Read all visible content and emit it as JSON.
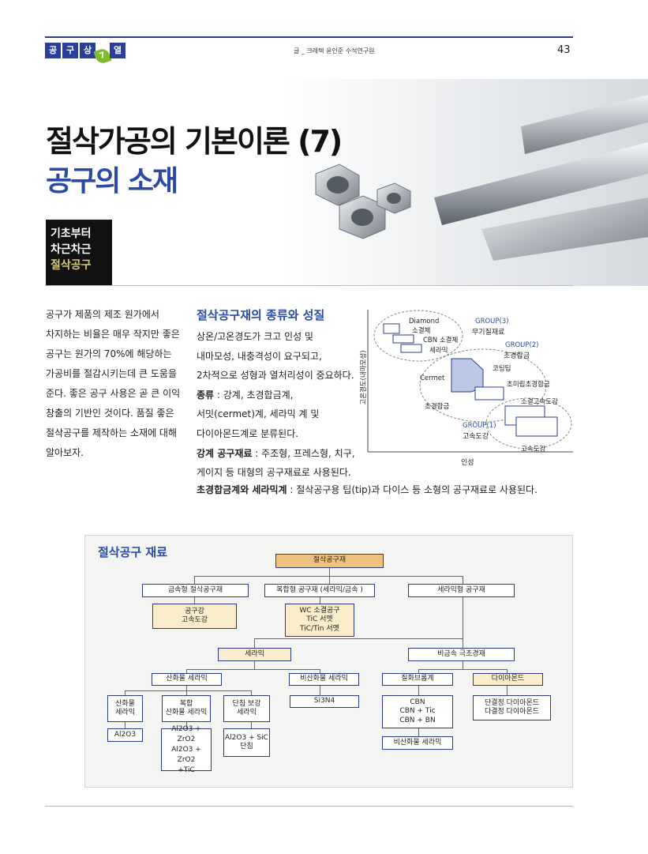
{
  "header": {
    "tags": [
      "공",
      "구",
      "상",
      "열"
    ],
    "leaf": "7",
    "byline": "글 _ 크레텍 윤인준 수석연구원",
    "page_number": "43"
  },
  "hero": {
    "title_line1": "절삭가공의 기본이론 (7)",
    "title_line2": "공구의 소재"
  },
  "series_box": [
    "기초부터",
    "차근차근",
    "절삭공구"
  ],
  "intro_lines": [
    "공구가 제품의 제조 원가에서",
    "차지하는 비율은 매우 작지만 좋은",
    "공구는 원가의 70%에 해당하는",
    "가공비를 절감시키는데 큰 도움을",
    "준다. 좋은 공구 사용은 곧 큰 이익",
    "창출의 기반인 것이다. 품질 좋은",
    "절삭공구를 제작하는 소재에 대해",
    "알아보자."
  ],
  "section": {
    "title": "절삭공구재의 종류와 성질",
    "lines": [
      "상온/고온경도가 크고 인성 및",
      "내마모성, 내충격성이 요구되고,",
      "2차적으로 성형과 열처리성이 중요하다."
    ],
    "kind_label": "종류",
    "kind_lines": [
      " : 강계, 초경합금계,",
      "서밋(cermet)계, 세라믹 계 및",
      "다이아몬드계로 분류된다."
    ],
    "steel_label": "강계 공구재료",
    "steel_lines": [
      " : 주조형, 프레스형, 치구,",
      "게이지 등 대형의 공구재료로 사용된다."
    ],
    "carbide_label": "초경합금계와 세라믹계",
    "carbide_text": " : 절삭공구용 팁(tip)과 다이스 등 소형의 공구재료로 사용된다."
  },
  "diagram": {
    "y_axis": "고온경도(내마모성)",
    "x_axis": "인성",
    "labels": {
      "diamond": "Diamond",
      "sintered": "소결체",
      "cbn": "CBN 소결체",
      "ceramic": "세라믹",
      "group3": "GROUP(3)",
      "group3_name": "무기질재료",
      "group2": "GROUP(2)",
      "group2_name": "초경합금",
      "coating": "코팅팁",
      "cermet": "Cermet",
      "ultrafine": "초미립초경합금",
      "carbide": "초경합금",
      "sintered_hss": "소결고속도강",
      "group1": "GROUP(1)",
      "group1_name": "고속도강",
      "hss": "고속도강"
    }
  },
  "tree": {
    "title": "절삭공구 재료",
    "root": "절삭공구재",
    "metal": "금속형 절삭공구재",
    "composite": "복합형 공구재 (세라믹/금속 )",
    "ceramic_tool": "세라믹형 공구재",
    "metal_sub": [
      "공구강",
      "고속도강"
    ],
    "composite_sub": [
      "WC 소결공구",
      "TiC 서멧",
      "TiC/Tin 서멧"
    ],
    "ceramic": "세라믹",
    "nonmetal": "비금속 극초경재",
    "oxide": "산화물 세라믹",
    "nonoxide": "비산화물 세라믹",
    "nitride": "질화브롬계",
    "diamond": "다이아몬드",
    "oxide_ceramic": [
      "산화물",
      "세라믹"
    ],
    "composite_oxide": [
      "복합",
      "산화물 세라믹"
    ],
    "whisker": [
      "단침 보강",
      "세라믹"
    ],
    "si3n4": "Si3N4",
    "cbn_list": [
      "CBN",
      "CBN + Tic",
      "CBN + BN"
    ],
    "diamond_list": [
      "단결정 다이아몬드",
      "다결정 다이아몬드"
    ],
    "al2o3": "Al2O3",
    "al2o3_zro2": "Al2O3 + ZrO2",
    "al2o3_zro2_tic": [
      "Al2O3 + ZrO2",
      "+TiC"
    ],
    "al2o3_sic": [
      "Al2O3 + SiC",
      "단침"
    ],
    "nonoxide_ceramic": "비산화물 세라믹"
  }
}
